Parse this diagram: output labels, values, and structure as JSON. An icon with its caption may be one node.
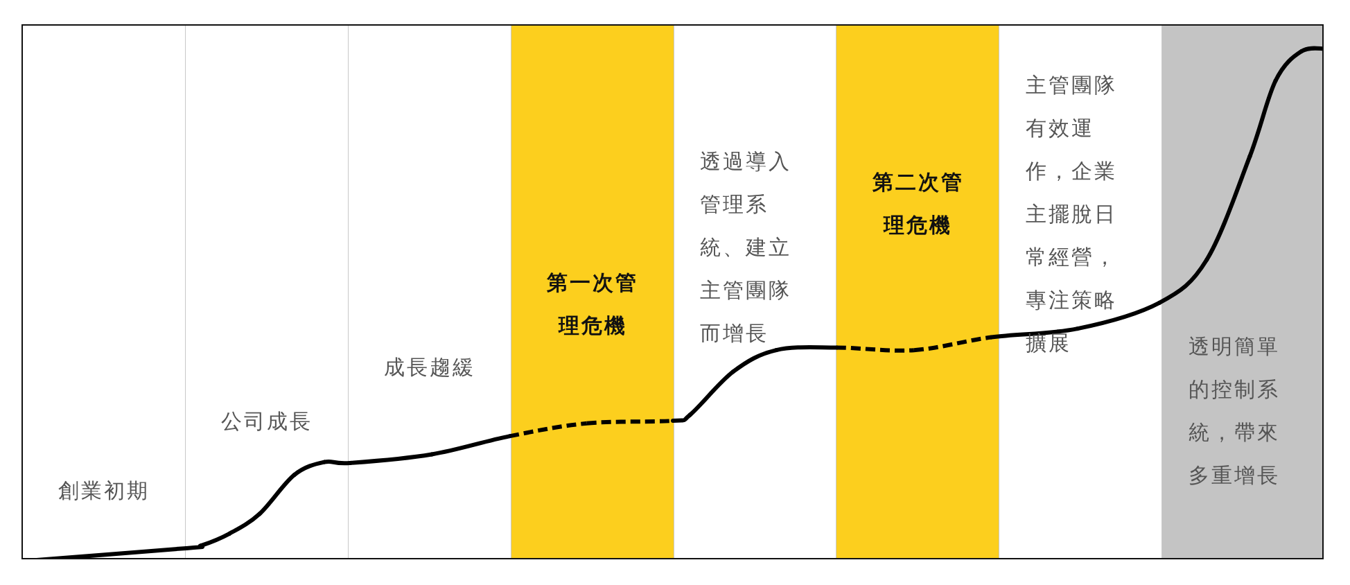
{
  "diagram": {
    "nodes": [
      {
        "text": [
          "創業初期"
        ]
      },
      {
        "text": [
          "公司成長"
        ]
      },
      {
        "text": [
          "成長趨緩"
        ]
      },
      {
        "text": [
          "第一次管理危機"
        ]
      },
      {
        "text": [
          "透過導入管理系統、建立主管團隊而增長"
        ]
      },
      {
        "text": [
          "第二次管理危機"
        ]
      },
      {
        "text": [
          "主管團隊有效運作，企業主擺脫日常經營，專注策略擴展"
        ]
      },
      {
        "text": [
          "透明簡單的控制系統，帶來多重增長"
        ]
      }
    ]
  }
}
